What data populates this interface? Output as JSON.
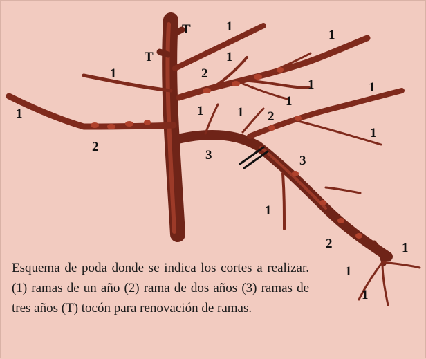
{
  "labels": {
    "t_top": "T",
    "t_left": "T",
    "one_top_center": "1",
    "one_upper_right": "1",
    "one_left_upper": "1",
    "one_center_small": "1",
    "two_center": "2",
    "one_right_mid_a": "1",
    "one_right_mid_b": "1",
    "one_far_right_top": "1",
    "one_far_left": "1",
    "one_trunk_right": "1",
    "one_mid": "1",
    "two_mid_right": "2",
    "one_far_right_mid": "1",
    "two_left": "2",
    "three_center": "3",
    "three_right": "3",
    "one_hanging": "1",
    "two_lower": "2",
    "one_tip_right": "1",
    "one_tip_left": "1",
    "one_tip_bottom": "1"
  },
  "caption": "Esquema de poda donde se indica los cortes a realizar. (1) ramas de un año (2) rama de dos años (3) ramas de tres años (T) tocón para renovación de ramas.",
  "colors": {
    "background": "#f2cbc0",
    "branch": "#8a2e1f",
    "branch_dark": "#5e1d12",
    "bud": "#b0422c",
    "cut_mark": "#111111"
  }
}
